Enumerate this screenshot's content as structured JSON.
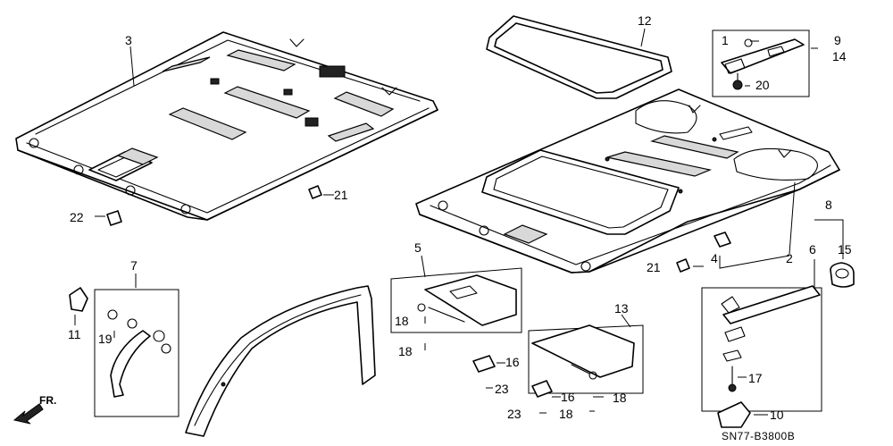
{
  "diagram": {
    "drawing_code": "SN77-B3800B",
    "direction_label": "FR.",
    "callouts": {
      "c1": "1",
      "c2": "2",
      "c3": "3",
      "c4": "4",
      "c5": "5",
      "c6": "6",
      "c7": "7",
      "c8": "8",
      "c9": "9",
      "c10": "10",
      "c11": "11",
      "c12": "12",
      "c13": "13",
      "c14": "14",
      "c15": "15",
      "c16a": "16",
      "c16b": "16",
      "c17": "17",
      "c18a": "18",
      "c18b": "18",
      "c18c": "18",
      "c18d": "18",
      "c19": "19",
      "c20": "20",
      "c21a": "21",
      "c21b": "21",
      "c22": "22",
      "c23a": "23",
      "c23b": "23"
    }
  }
}
